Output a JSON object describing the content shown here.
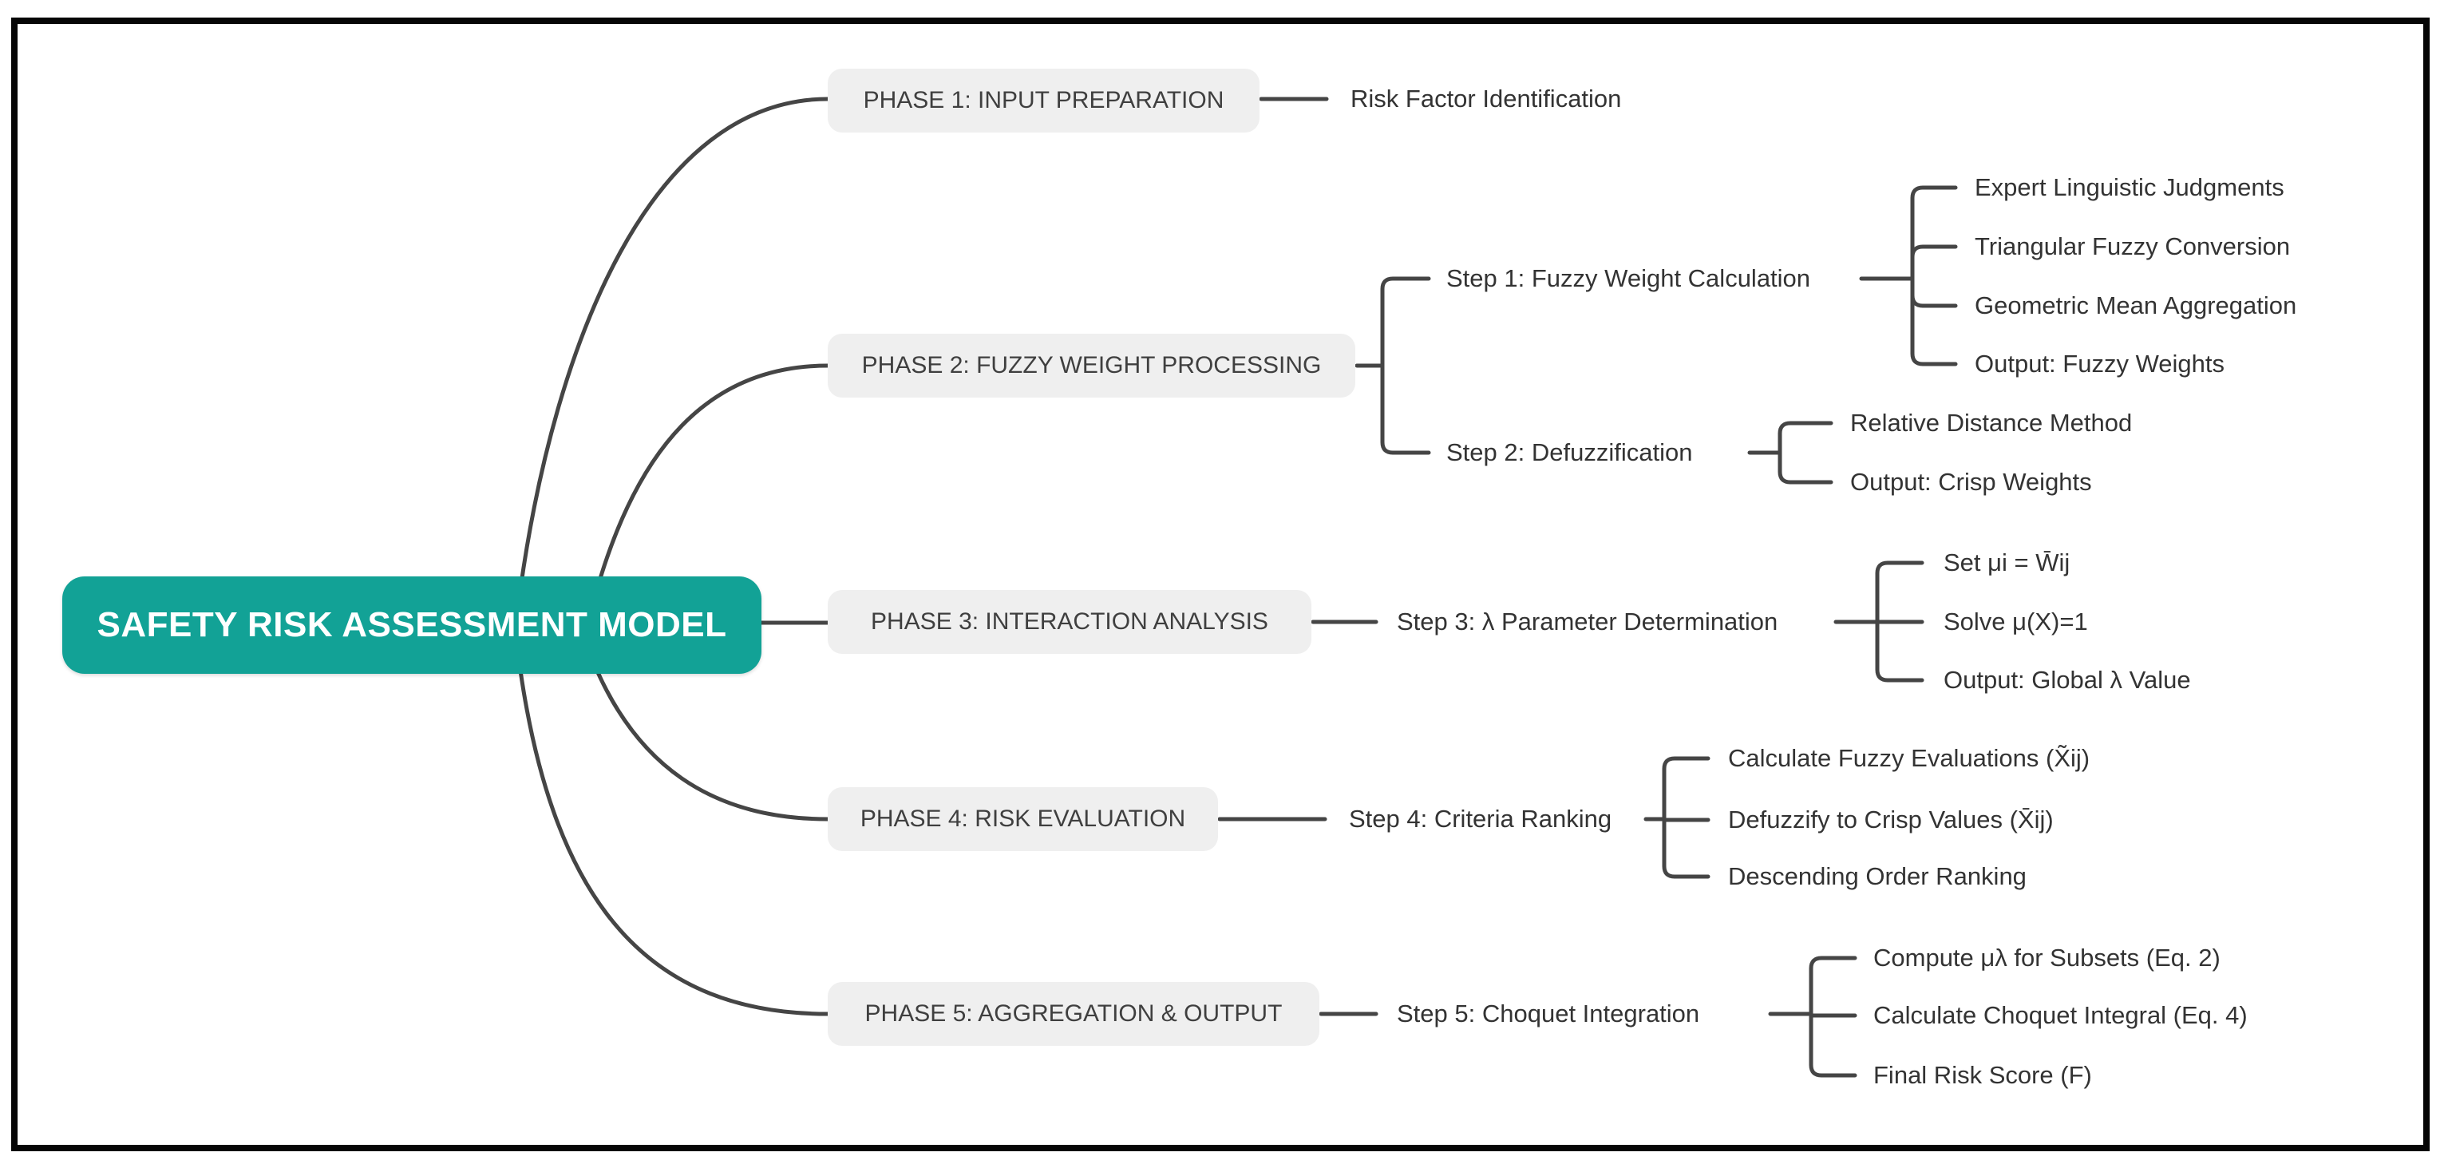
{
  "title": "SAFETY RISK ASSESSMENT MODEL mind map",
  "root": {
    "label": "SAFETY RISK ASSESSMENT MODEL"
  },
  "phases": [
    {
      "label": "PHASE 1: INPUT PREPARATION",
      "steps": [
        {
          "label": "Risk Factor Identification",
          "children": []
        }
      ]
    },
    {
      "label": "PHASE 2: FUZZY WEIGHT PROCESSING",
      "steps": [
        {
          "label": "Step 1: Fuzzy Weight Calculation",
          "children": [
            "Expert Linguistic Judgments",
            "Triangular Fuzzy Conversion",
            "Geometric Mean Aggregation",
            "Output: Fuzzy Weights"
          ]
        },
        {
          "label": "Step 2: Defuzzification",
          "children": [
            "Relative Distance Method",
            "Output: Crisp Weights"
          ]
        }
      ]
    },
    {
      "label": "PHASE 3: INTERACTION ANALYSIS",
      "steps": [
        {
          "label": "Step 3: λ Parameter Determination",
          "children": [
            "Set μi = W̄ij",
            "Solve μ(X)=1",
            "Output: Global λ Value"
          ]
        }
      ]
    },
    {
      "label": "PHASE 4: RISK EVALUATION",
      "steps": [
        {
          "label": "Step 4: Criteria Ranking",
          "children": [
            "Calculate Fuzzy Evaluations (X̃ij)",
            "Defuzzify to Crisp Values (X̄ij)",
            "Descending Order Ranking"
          ]
        }
      ]
    },
    {
      "label": "PHASE 5: AGGREGATION & OUTPUT",
      "steps": [
        {
          "label": "Step 5: Choquet Integration",
          "children": [
            "Compute μλ for Subsets (Eq. 2)",
            "Calculate Choquet Integral (Eq. 4)",
            "Final Risk Score (F)"
          ]
        }
      ]
    }
  ],
  "colors": {
    "accent_teal": "#12a296",
    "phase_node_bg": "#efefef",
    "connector": "#454545",
    "frame": "#060606",
    "root_text": "#ffffff",
    "label_text": "#333333"
  }
}
